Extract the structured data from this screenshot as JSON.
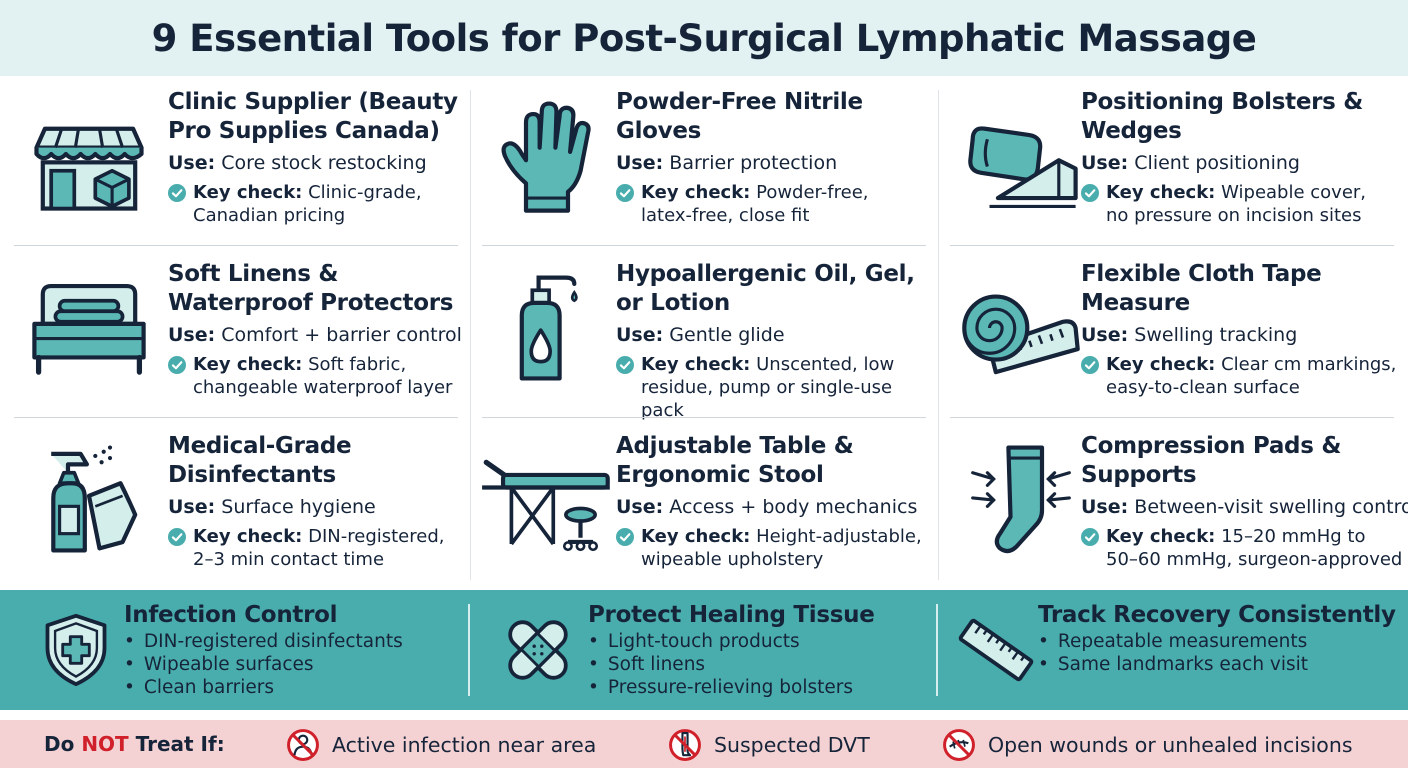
{
  "header": {
    "title": "9 Essential Tools for Post-Surgical Lymphatic Massage"
  },
  "common": {
    "use_prefix": "Use:",
    "check_prefix": "Key check:"
  },
  "tools": [
    {
      "title_line1": "Clinic Supplier (Beauty",
      "title_line2": "Pro Supplies Canada)",
      "use": "Core stock restocking",
      "check_line1": "Clinic-grade,",
      "check_line2": "Canadian pricing",
      "icon": "storefront-icon"
    },
    {
      "title_line1": "Powder-Free Nitrile",
      "title_line2": "Gloves",
      "use": "Barrier protection",
      "check_line1": "Powder-free,",
      "check_line2": "latex-free, close fit",
      "icon": "glove-icon"
    },
    {
      "title_line1": "Positioning Bolsters &",
      "title_line2": "Wedges",
      "use": "Client positioning",
      "check_line1": "Wipeable cover,",
      "check_line2": "no pressure on incision sites",
      "icon": "bolster-wedge-icon"
    },
    {
      "title_line1": "Soft Linens &",
      "title_line2": "Waterproof Protectors",
      "use": "Comfort + barrier control",
      "check_line1": "Soft fabric,",
      "check_line2": "changeable waterproof layer",
      "icon": "bed-linens-icon"
    },
    {
      "title_line1": "Hypoallergenic Oil, Gel,",
      "title_line2": "or Lotion",
      "use": "Gentle glide",
      "check_line1": "Unscented, low",
      "check_line2": "residue, pump or single-use pack",
      "icon": "pump-bottle-icon"
    },
    {
      "title_line1": "Flexible Cloth Tape",
      "title_line2": "Measure",
      "use": "Swelling tracking",
      "check_line1": "Clear cm markings,",
      "check_line2": "easy-to-clean surface",
      "icon": "tape-measure-icon"
    },
    {
      "title_line1": "Medical-Grade",
      "title_line2": "Disinfectants",
      "use": "Surface hygiene",
      "check_line1": "DIN-registered,",
      "check_line2": "2–3 min contact time",
      "icon": "spray-bottle-icon"
    },
    {
      "title_line1": "Adjustable Table &",
      "title_line2": "Ergonomic Stool",
      "use": "Access + body mechanics",
      "check_line1": "Height-adjustable,",
      "check_line2": "wipeable upholstery",
      "icon": "massage-table-icon"
    },
    {
      "title_line1": "Compression Pads &",
      "title_line2": "Supports",
      "use": "Between-visit swelling control",
      "check_line1": "15–20 mmHg to",
      "check_line2": "50–60 mmHg, surgeon-approved",
      "icon": "compression-sock-icon"
    }
  ],
  "principles": [
    {
      "title": "Infection Control",
      "items": [
        "DIN-registered disinfectants",
        "Wipeable surfaces",
        "Clean barriers"
      ],
      "icon": "shield-cross-icon"
    },
    {
      "title": "Protect Healing Tissue",
      "items": [
        "Light-touch products",
        "Soft linens",
        "Pressure-relieving bolsters"
      ],
      "icon": "bandage-icon"
    },
    {
      "title": "Track Recovery Consistently",
      "items": [
        "Repeatable measurements",
        "Same landmarks each visit"
      ],
      "icon": "ruler-icon"
    }
  ],
  "warnings": {
    "label_pre": "Do ",
    "label_not": "NOT",
    "label_post": " Treat If:",
    "items": [
      {
        "text": "Active infection near area",
        "icon": "no-infection-icon"
      },
      {
        "text": "Suspected DVT",
        "icon": "no-dvt-icon"
      },
      {
        "text": "Open wounds or unhealed incisions",
        "icon": "no-open-wound-icon"
      }
    ]
  },
  "colors": {
    "header_bg": "#e2f1f1",
    "teal": "#4aadad",
    "icon_fill": "#5bb8b5",
    "icon_light": "#d4eeec",
    "navy": "#16243a",
    "footer_bg": "#f4d2d3",
    "alert_red": "#d0202a"
  }
}
